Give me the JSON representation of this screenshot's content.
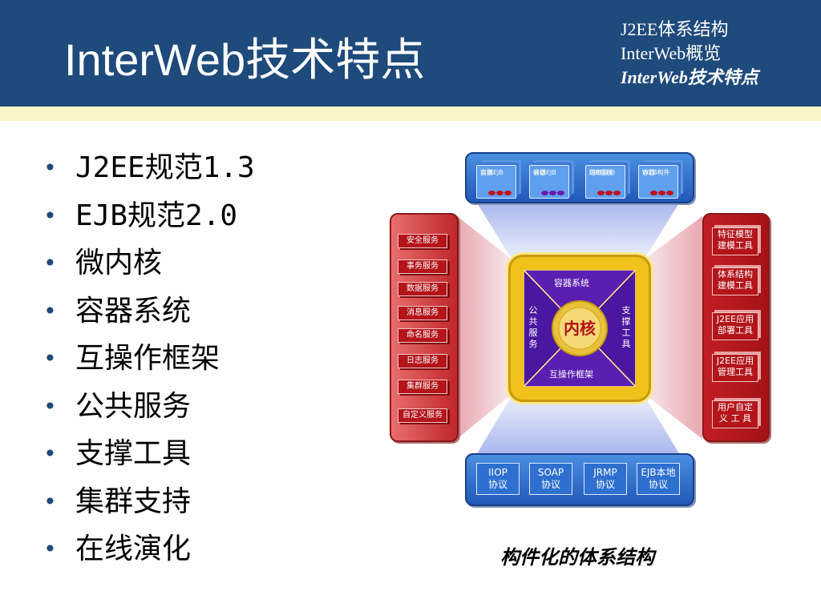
{
  "header": {
    "title": "InterWeb技术特点",
    "nav": [
      "J2EE体系结构",
      "InterWeb概览",
      "InterWeb技术特点"
    ]
  },
  "bullets": [
    "J2EE规范1.3",
    "EJB规范2.0",
    "微内核",
    "容器系统",
    "互操作框架",
    "公共服务",
    "支撑工具",
    "集群支持",
    "在线演化"
  ],
  "diagram": {
    "top_containers": [
      {
        "line1": "实体EJB",
        "line2": "容器"
      },
      {
        "line1": "会话EJB",
        "line2": "容器"
      },
      {
        "line1": "消息驱动",
        "line2": "EJB容器"
      },
      {
        "line1": "WEB构件",
        "line2": "容器"
      }
    ],
    "left_services": [
      "安全服务",
      "事务服务",
      "数据服务",
      "消息服务",
      "命名服务",
      "日志服务",
      "集群服务",
      "自定义服务"
    ],
    "right_tools": [
      {
        "line1": "特征模型",
        "line2": "建模工具"
      },
      {
        "line1": "体系结构",
        "line2": "建模工具"
      },
      {
        "line1": "J2EE应用",
        "line2": "部署工具"
      },
      {
        "line1": "J2EE应用",
        "line2": "管理工具"
      },
      {
        "line1": "用户自定",
        "line2": "义 工 具"
      }
    ],
    "bottom_protocols": [
      {
        "line1": "IIOP",
        "line2": "协议"
      },
      {
        "line1": "SOAP",
        "line2": "协议"
      },
      {
        "line1": "JRMP",
        "line2": "协议"
      },
      {
        "line1": "EJB本地",
        "line2": "协议"
      }
    ],
    "core": {
      "center": "内核",
      "top": "容器系统",
      "bottom": "互操作框架",
      "left": "公共服务",
      "right": "支撑工具"
    }
  },
  "caption": "构件化的体系结构",
  "colors": {
    "header": "#1e4a7c",
    "stripe": "#fbf5c8",
    "blue": "#2f6fd0",
    "red": "#b3151b",
    "gold": "#f1c21c",
    "purple": "#5a1fb0"
  }
}
